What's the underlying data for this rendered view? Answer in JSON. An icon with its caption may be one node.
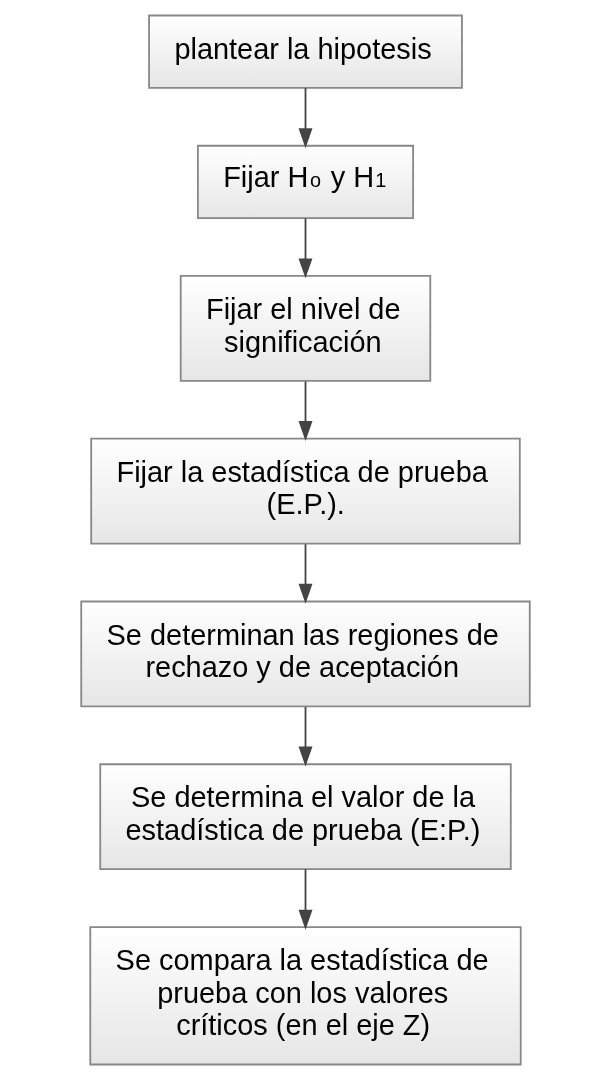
{
  "diagram": {
    "nodes": [
      {
        "text": [
          "plantear la hipotesis"
        ]
      },
      {
        "text": [
          "Fijar H$_{o}$ y H$_{1}$"
        ]
      },
      {
        "text": [
          "Fijar el nivel de significación"
        ]
      },
      {
        "text": [
          "Fijar la estadística de prueba (E.P.)."
        ]
      },
      {
        "text": [
          "Se determinan las regiones de rechazo y de aceptación"
        ]
      },
      {
        "text": [
          "Se determina el valor de la estadística de prueba (E:P.)"
        ]
      },
      {
        "text": [
          "Se compara la estadística de prueba con los valores críticos (en el eje Z)"
        ]
      }
    ],
    "edges": [
      {
        "from": 0,
        "to": 1,
        "arrow": "to"
      },
      {
        "from": 1,
        "to": 2,
        "arrow": "to"
      },
      {
        "from": 2,
        "to": 3,
        "arrow": "to"
      },
      {
        "from": 3,
        "to": 4,
        "arrow": "to"
      },
      {
        "from": 4,
        "to": 5,
        "arrow": "to"
      },
      {
        "from": 5,
        "to": 6,
        "arrow": "to"
      }
    ]
  }
}
